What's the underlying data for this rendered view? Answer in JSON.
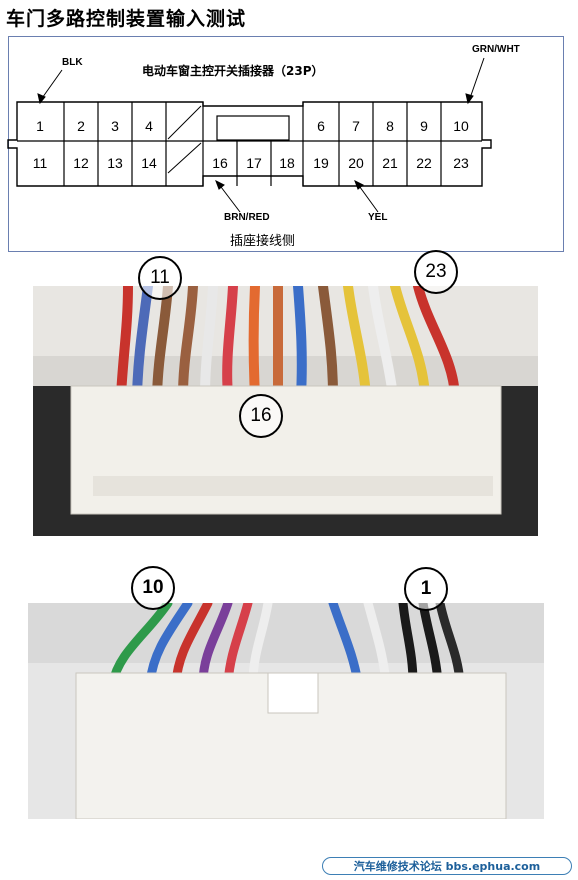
{
  "title": "车门多路控制装置输入测试",
  "connector_title": "电动车窗主控开关插接器（23P）",
  "caption": "插座接线侧",
  "wire_labels": {
    "blk": "BLK",
    "grn_wht": "GRN/WHT",
    "brn_red": "BRN/RED",
    "yel": "YEL"
  },
  "pins_top": [
    "1",
    "2",
    "3",
    "4",
    "6",
    "7",
    "8",
    "9",
    "10"
  ],
  "pins_bottom": [
    "11",
    "12",
    "13",
    "14",
    "16",
    "17",
    "18",
    "19",
    "20",
    "21",
    "22",
    "23"
  ],
  "callouts": {
    "c11": "11",
    "c23": "23",
    "c16": "16",
    "c10": "10",
    "c1": "1"
  },
  "footer": "汽车维修技术论坛 bbs.ephua.com",
  "colors": {
    "panel_border": "#6a7fb0",
    "footer_text": "#1c5f9a"
  }
}
